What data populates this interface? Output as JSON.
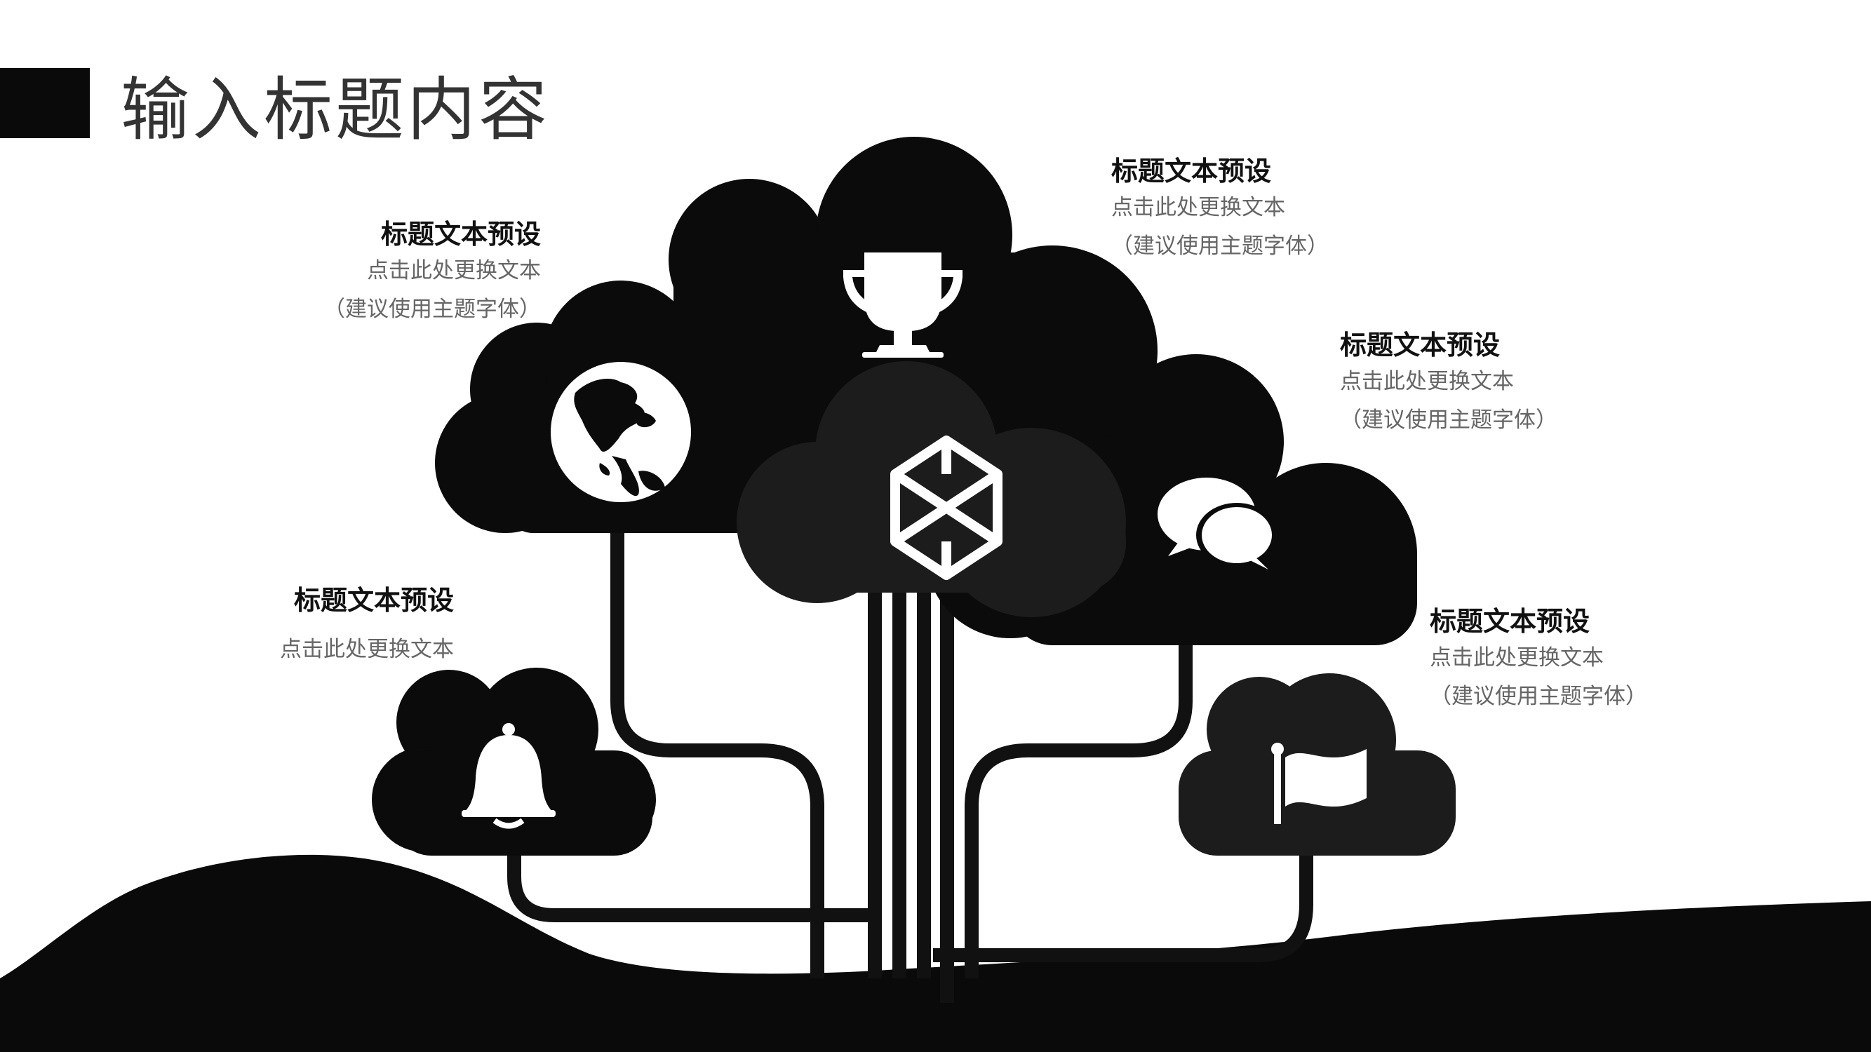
{
  "slide": {
    "title": "输入标题内容"
  },
  "items": [
    {
      "heading": "标题文本预设",
      "line1": "点击此处更换文本",
      "line2": "（建议使用主题字体）",
      "icon": "globe-icon"
    },
    {
      "heading": "标题文本预设",
      "line1": "点击此处更换文本",
      "line2": "（建议使用主题字体）",
      "icon": "trophy-icon"
    },
    {
      "heading": "标题文本预设",
      "line1": "点击此处更换文本",
      "line2": "（建议使用主题字体）",
      "icon": "chat-bubbles-icon"
    },
    {
      "heading": "标题文本预设",
      "line1": "点击此处更换文本",
      "icon": "bell-icon"
    },
    {
      "heading": "标题文本预设",
      "line1": "点击此处更换文本",
      "line2": "（建议使用主题字体）",
      "icon": "flag-icon"
    }
  ],
  "center_icon": "codepen-cube-icon",
  "colors": {
    "cloud_dark": "#0b0b0b",
    "cloud_mid": "#1c1c1c",
    "ground": "#0a0a0a",
    "icon": "#ffffff",
    "title": "#333333",
    "heading": "#111111",
    "body_text": "#666666"
  }
}
